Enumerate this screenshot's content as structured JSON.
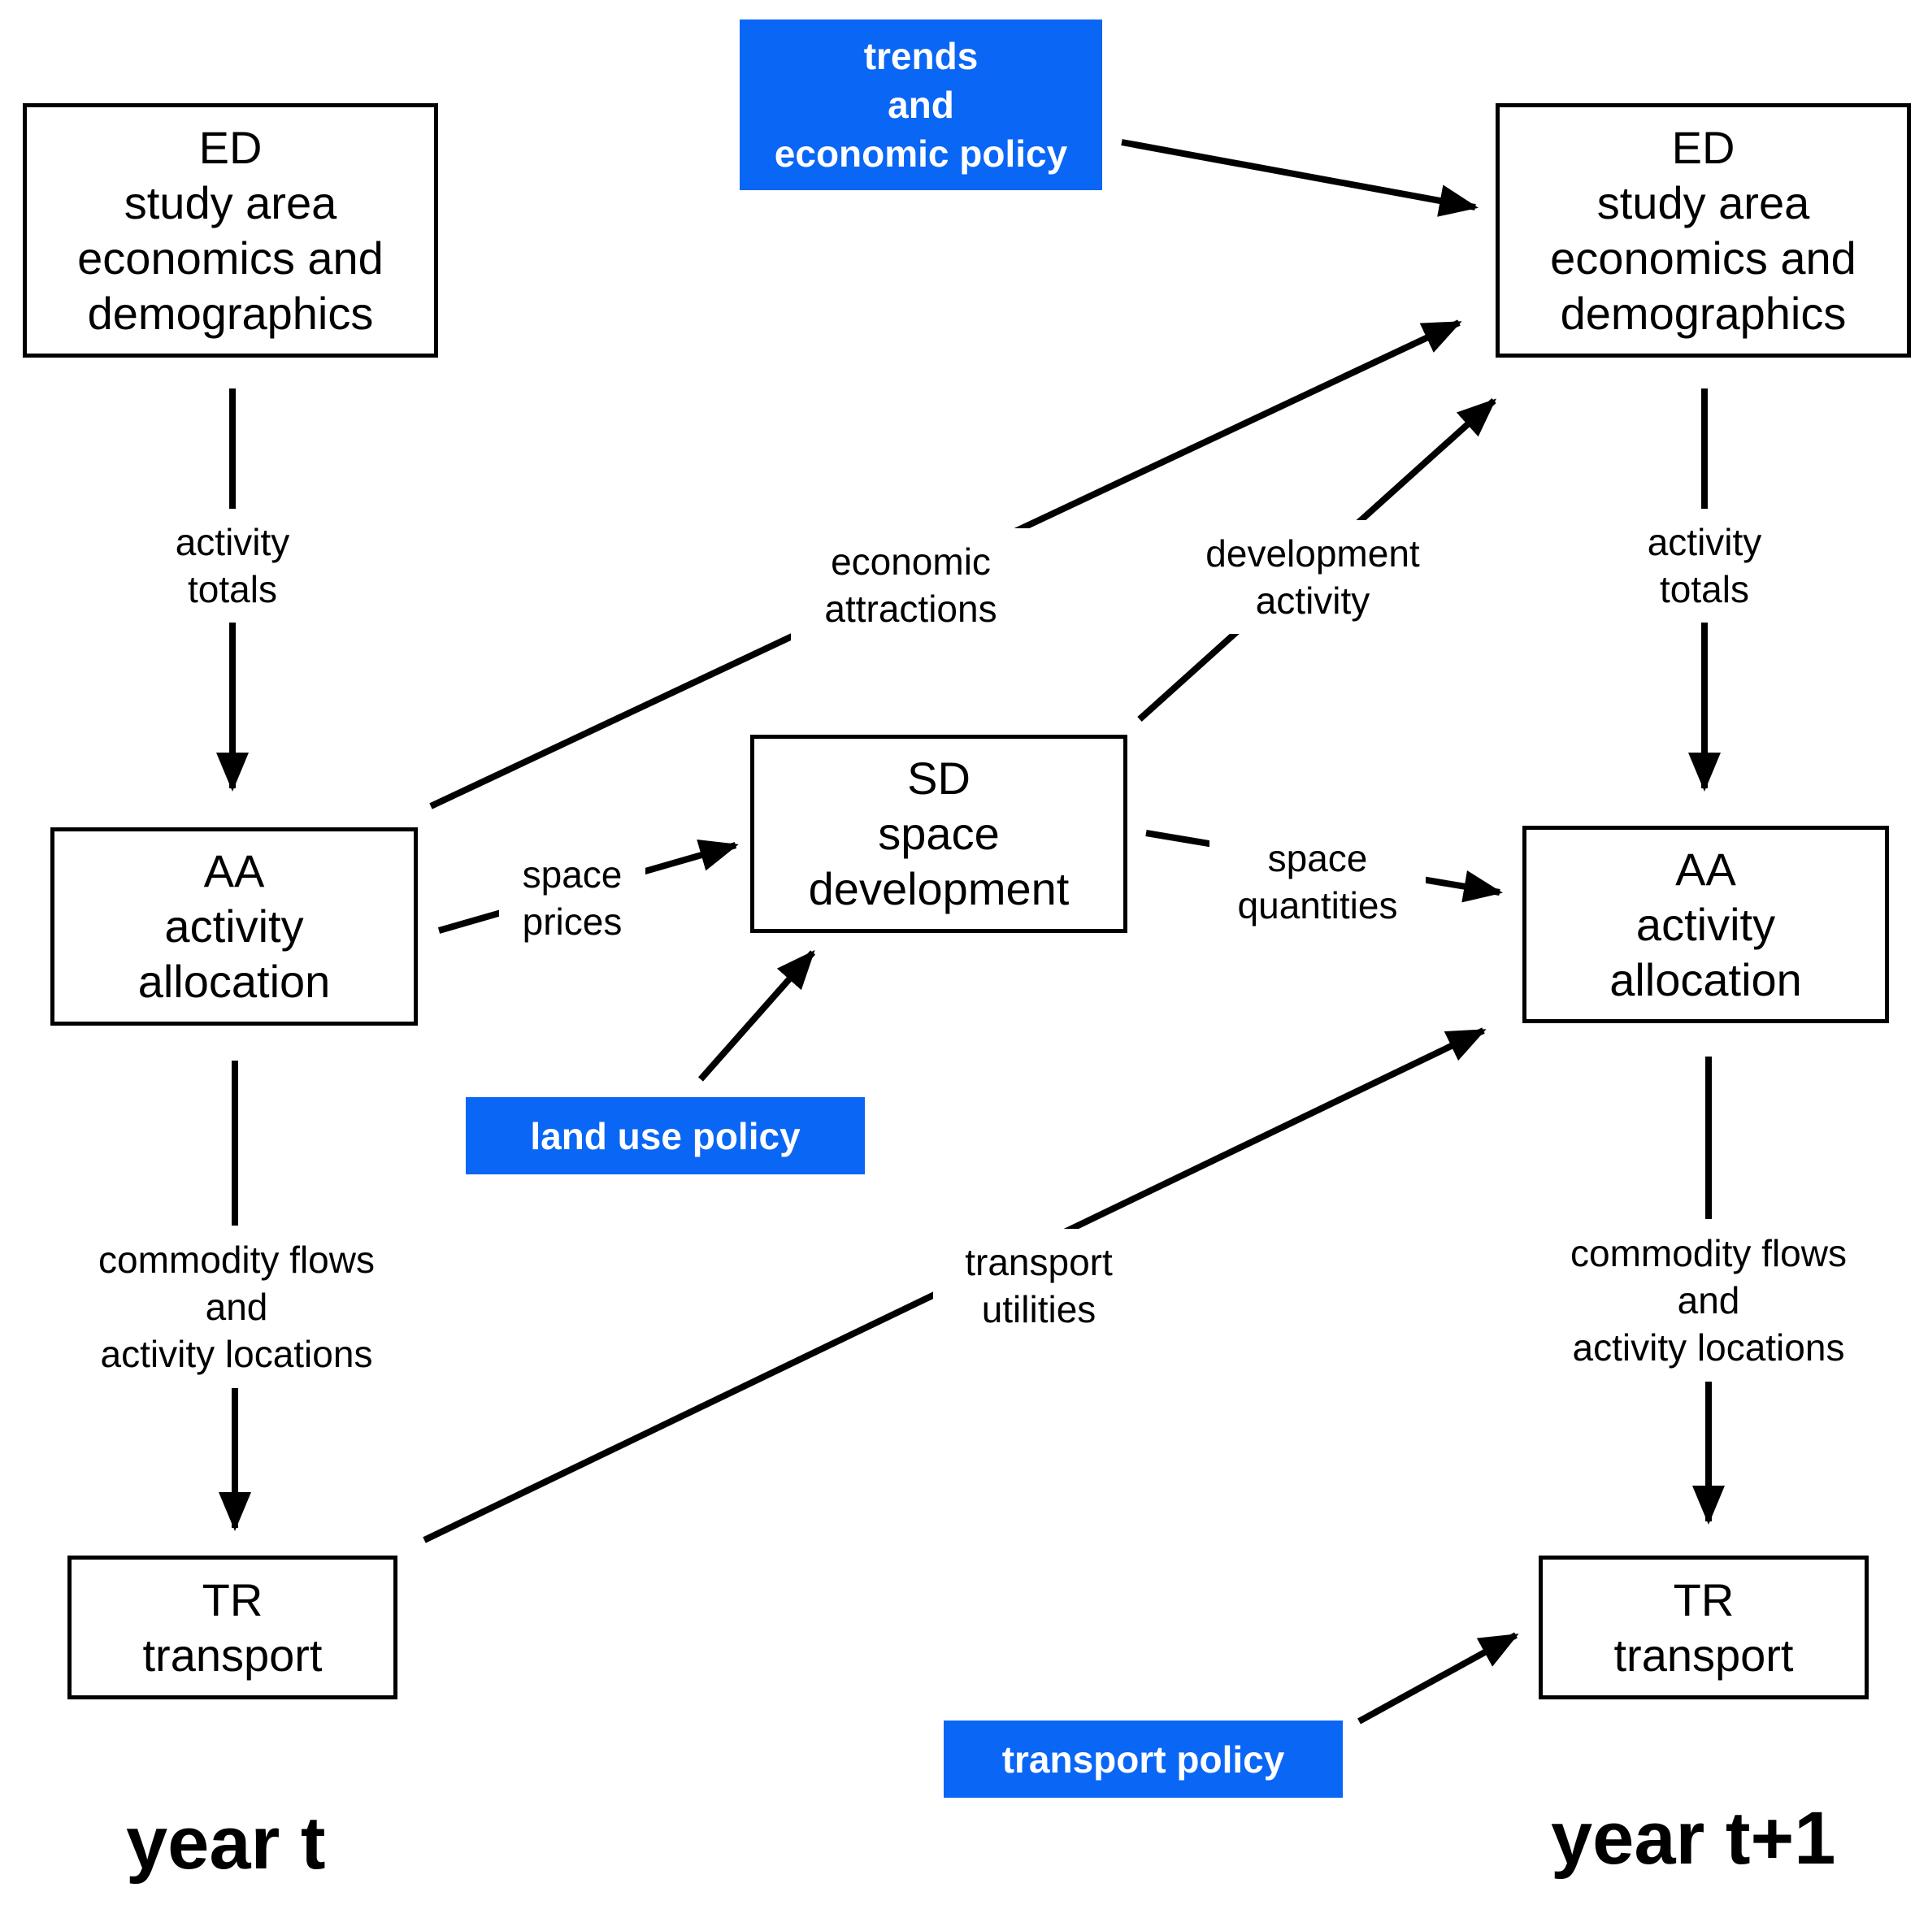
{
  "boxes": {
    "ed_t": {
      "lines": [
        "ED",
        "study area",
        "economics and",
        "demographics"
      ]
    },
    "ed_t1": {
      "lines": [
        "ED",
        "study area",
        "economics and",
        "demographics"
      ]
    },
    "aa_t": {
      "lines": [
        "AA",
        "activity",
        "allocation"
      ]
    },
    "aa_t1": {
      "lines": [
        "AA",
        "activity",
        "allocation"
      ]
    },
    "sd": {
      "lines": [
        "SD",
        "space",
        "development"
      ]
    },
    "tr_t": {
      "lines": [
        "TR",
        "transport"
      ]
    },
    "tr_t1": {
      "lines": [
        "TR",
        "transport"
      ]
    }
  },
  "policies": {
    "trends": {
      "lines": [
        "trends",
        "and",
        "economic policy"
      ]
    },
    "land_use": {
      "lines": [
        "land use policy"
      ]
    },
    "transport": {
      "lines": [
        "transport policy"
      ]
    }
  },
  "labels": {
    "activity_totals_t": {
      "lines": [
        "activity",
        "totals"
      ]
    },
    "activity_totals_t1": {
      "lines": [
        "activity",
        "totals"
      ]
    },
    "economic_attractions": {
      "lines": [
        "economic",
        "attractions"
      ]
    },
    "development_activity": {
      "lines": [
        "development",
        "activity"
      ]
    },
    "space_prices": {
      "lines": [
        "space",
        "prices"
      ]
    },
    "space_quantities": {
      "lines": [
        "space",
        "quantities"
      ]
    },
    "commodity_flows_t": {
      "lines": [
        "commodity flows",
        "and",
        "activity locations"
      ]
    },
    "commodity_flows_t1": {
      "lines": [
        "commodity flows",
        "and",
        "activity locations"
      ]
    },
    "transport_utilities": {
      "lines": [
        "transport",
        "utilities"
      ]
    }
  },
  "years": {
    "t": "year t",
    "t1": "year t+1"
  },
  "colors": {
    "policy_fill": "#0a66f5",
    "policy_text": "#ffffff",
    "line": "#000000"
  }
}
